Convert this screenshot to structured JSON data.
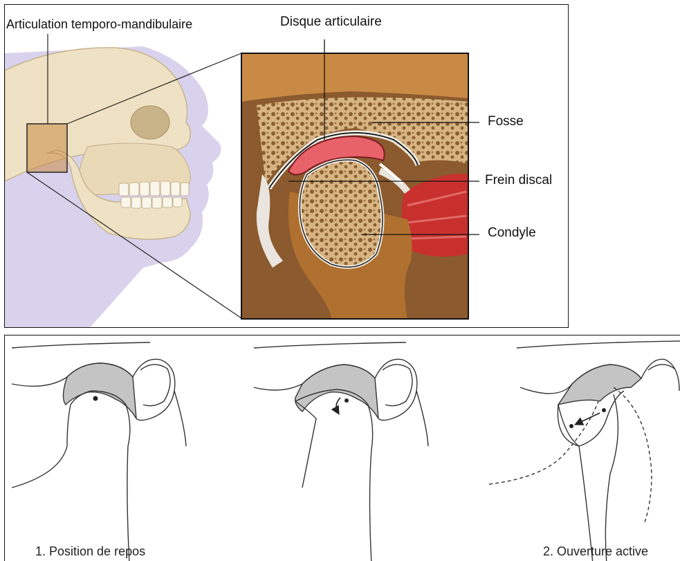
{
  "top_labels": {
    "joint": "Articulation temporo-mandibulaire",
    "disc": "Disque articulaire",
    "fossa": "Fosse",
    "frenum": "Frein discal",
    "condyle": "Condyle"
  },
  "bottom_captions": {
    "rest": "1. Position de repos",
    "opening": "2. Ouverture active"
  },
  "colors": {
    "skull_bone": "#efe2c4",
    "face_shadow": "#d9d2ec",
    "inset_bone_outer": "#c98a45",
    "inset_trabecular": "#c4a06e",
    "disc": "#e8626a",
    "muscle": "#c8302e",
    "line_art": "#333333",
    "disc_shade": "#bdbdbd"
  }
}
